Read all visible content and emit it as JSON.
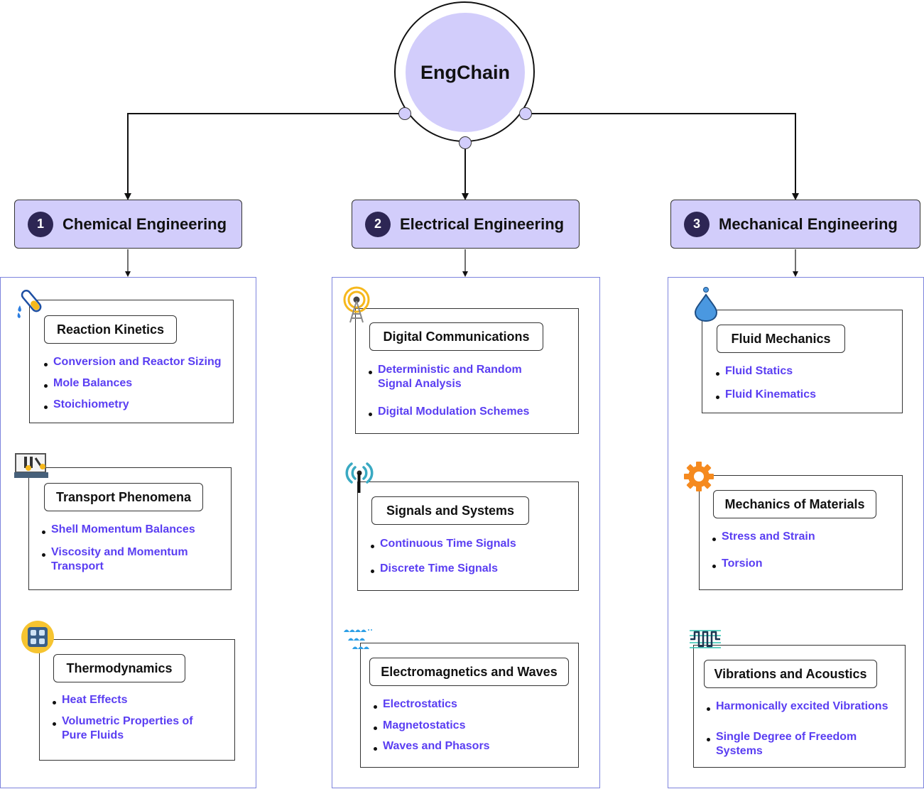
{
  "root": {
    "title": "EngChain"
  },
  "departments": [
    {
      "number": "1",
      "title": "Chemical Engineering",
      "topics": [
        {
          "title": "Reaction Kinetics",
          "icon": "test-tube-icon",
          "items": [
            "Conversion and Reactor Sizing",
            "Mole Balances",
            "Stoichiometry"
          ]
        },
        {
          "title": "Transport Phenomena",
          "icon": "lab-bench-icon",
          "items": [
            "Shell Momentum Balances",
            "Viscosity and Momentum Transport"
          ]
        },
        {
          "title": "Thermodynamics",
          "icon": "thermo-panel-icon",
          "items": [
            "Heat Effects",
            "Volumetric Properties of Pure Fluids"
          ]
        }
      ]
    },
    {
      "number": "2",
      "title": "Electrical Engineering",
      "topics": [
        {
          "title": "Digital Communications",
          "icon": "radio-tower-icon",
          "items": [
            "Deterministic and Random Signal Analysis",
            "Digital Modulation Schemes"
          ]
        },
        {
          "title": "Signals and Systems",
          "icon": "antenna-signal-icon",
          "items": [
            "Continuous Time Signals",
            "Discrete Time Signals"
          ]
        },
        {
          "title": "Electromagnetics and Waves",
          "icon": "waves-icon",
          "items": [
            "Electrostatics",
            "Magnetostatics",
            "Waves and Phasors"
          ]
        }
      ]
    },
    {
      "number": "3",
      "title": "Mechanical Engineering",
      "topics": [
        {
          "title": "Fluid Mechanics",
          "icon": "water-drop-icon",
          "items": [
            "Fluid Statics",
            "Fluid Kinematics"
          ]
        },
        {
          "title": "Mechanics of Materials",
          "icon": "gear-icon",
          "items": [
            "Stress and Strain",
            "Torsion"
          ]
        },
        {
          "title": "Vibrations and Acoustics",
          "icon": "vibration-wave-icon",
          "items": [
            "Harmonically excited Vibrations",
            "Single Degree of Freedom Systems"
          ]
        }
      ]
    }
  ],
  "colors": {
    "accent": "#d2cdfb",
    "link": "#5a3ef2",
    "badge": "#2d2654",
    "column_border": "#7d84dd"
  }
}
